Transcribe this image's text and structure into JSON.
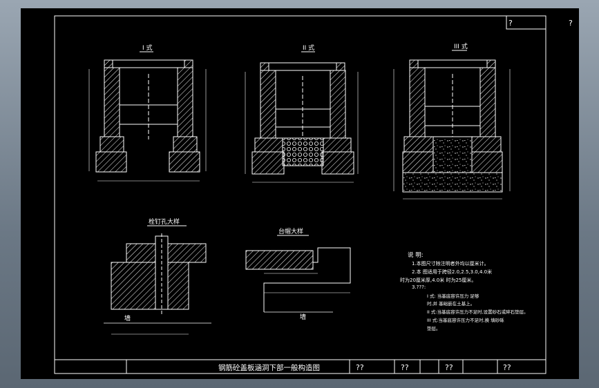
{
  "corner_code": "?",
  "margin_mark": "?",
  "sections": [
    {
      "label": "I 式"
    },
    {
      "label": "II 式"
    },
    {
      "label": "III 式"
    }
  ],
  "details": {
    "left_title": "栓钉孔大样",
    "right_title": "台帽大样",
    "wall_label": "墙"
  },
  "notes": {
    "heading": "说  明:",
    "lines": [
      "1.本图尺寸除注明者外均以厘米计。",
      "2.本 图适用于跨径2.0,2.5,3.0,4.0米",
      "时为20厘米厚,4.0米 时为25厘米。",
      "3.???:",
      "I 式:  当基底容许压力  足够",
      "  时,并 基础嵌在土基上。",
      "II 式:当基底容许压力不足时,设置砂石或碎石垫层。",
      "III 式:当基底容许压力不足时,换 填砂砾",
      "  垫层。"
    ]
  },
  "title_block": {
    "title": "钢筋砼盖板涵洞下部一般构造图",
    "cells": [
      "??",
      "??",
      "??",
      "??"
    ]
  },
  "colors": {
    "background": "#000000",
    "linework": "#ffffff",
    "frame": "#7d8a96"
  }
}
